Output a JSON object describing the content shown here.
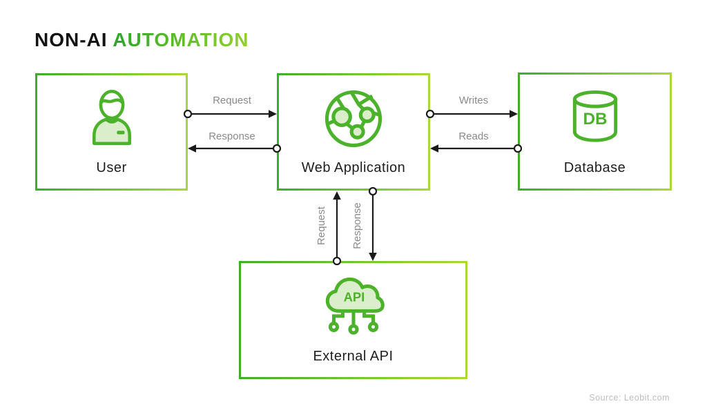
{
  "title": {
    "prefix": "NON-AI",
    "highlight": "AUTOMATION"
  },
  "nodes": [
    {
      "id": "user",
      "label": "User",
      "icon": "user-icon"
    },
    {
      "id": "web-application",
      "label": "Web Application",
      "icon": "globe-network-icon"
    },
    {
      "id": "database",
      "label": "Database",
      "icon": "database-cylinder-icon",
      "icon_text": "DB"
    },
    {
      "id": "external-api",
      "label": "External API",
      "icon": "api-cloud-icon",
      "icon_text": "API"
    }
  ],
  "edges": [
    {
      "label": "Request",
      "from": "user",
      "to": "web-application",
      "orientation": "horizontal"
    },
    {
      "label": "Response",
      "from": "web-application",
      "to": "user",
      "orientation": "horizontal"
    },
    {
      "label": "Writes",
      "from": "web-application",
      "to": "database",
      "orientation": "horizontal"
    },
    {
      "label": "Reads",
      "from": "database",
      "to": "web-application",
      "orientation": "horizontal"
    },
    {
      "label": "Request",
      "from": "external-api",
      "to": "web-application",
      "orientation": "vertical"
    },
    {
      "label": "Response",
      "from": "web-application",
      "to": "external-api",
      "orientation": "vertical"
    }
  ],
  "footer": {
    "source": "Source: Leobit.com"
  },
  "colors": {
    "border_gradient_start": "#3FAE27",
    "border_gradient_end": "#A9D838",
    "title_gradient_start": "#29A626",
    "title_gradient_end": "#93D02E",
    "icon_stroke_green": "#4CB22C",
    "icon_fill_light_green": "#DAEECB",
    "arrow_black": "#1B1B1B",
    "edge_label_gray": "#8A8A8A",
    "source_gray": "#BCBCBC",
    "title_black": "#121212",
    "background": "#FFFFFF"
  }
}
